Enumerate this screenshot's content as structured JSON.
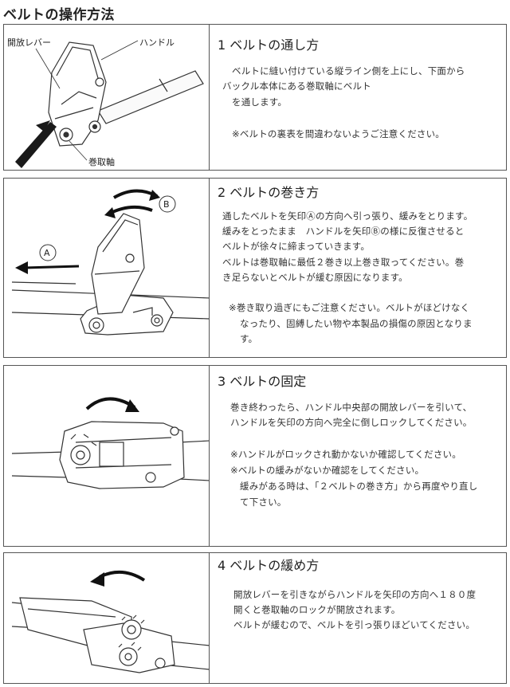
{
  "page": {
    "title": "ベルトの操作方法"
  },
  "sections": [
    {
      "heading": "1 ベルトの通し方",
      "figure_labels": {
        "lever": "開放レバー",
        "handle": "ハンドル",
        "shaft": "巻取軸"
      },
      "lines": [
        "ベルトに縫い付けている縦ライン側を上にし、下面から",
        "バックル本体にある巻取軸にベルト",
        "を通します。",
        "※ベルトの裏表を間違わないようご注意ください。"
      ]
    },
    {
      "heading": "2 ベルトの巻き方",
      "figure_labels": {
        "arrow_a": "A",
        "arrow_b": "B"
      },
      "lines": [
        "通したベルトを矢印Ⓐの方向へ引っ張り、緩みをとります。",
        "緩みをとったまま　ハンドルを矢印Ⓑの様に反復させると",
        "ベルトが徐々に締まっていきます。",
        "ベルトは巻取軸に最低２巻き以上巻き取ってください。巻",
        "き足らないとベルトが緩む原因になります。",
        "※巻き取り過ぎにもご注意ください。ベルトがほどけなく",
        "なったり、固縛したい物や本製品の損傷の原因となりま",
        "す。"
      ]
    },
    {
      "heading": "3 ベルトの固定",
      "lines": [
        "巻き終わったら、ハンドル中央部の開放レバーを引いて、",
        "ハンドルを矢印の方向へ完全に倒しロックしてください。",
        "※ハンドルがロックされ動かないか確認してください。",
        "※ベルトの緩みがないか確認をしてください。",
        "緩みがある時は、「２ベルトの巻き方」から再度やり直し",
        "て下さい。"
      ]
    },
    {
      "heading": "4 ベルトの緩め方",
      "lines": [
        "開放レバーを引きながらハンドルを矢印の方向へ１８０度",
        "開くと巻取軸のロックが開放されます。",
        "ベルトが緩むので、ベルトを引っ張りほどいてください。"
      ]
    }
  ]
}
